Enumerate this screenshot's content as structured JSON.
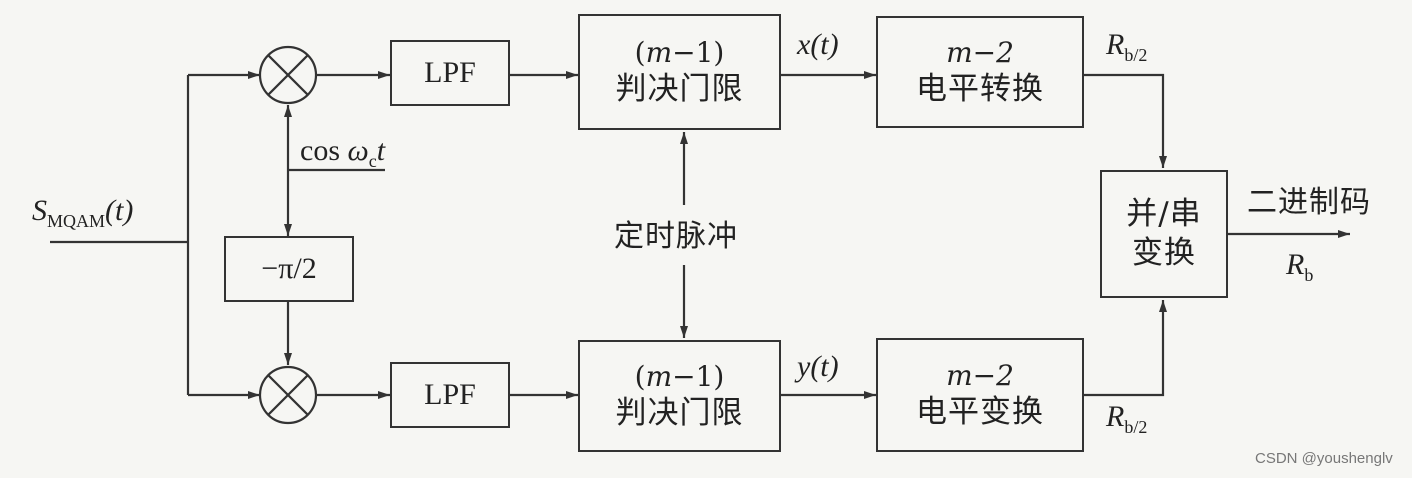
{
  "blocks": {
    "lpf_top": "LPF",
    "lpf_bottom": "LPF",
    "phase_shift": "−π/2",
    "decision_top": {
      "line1": "(m−1)",
      "line2": "判决门限"
    },
    "decision_bottom": {
      "line1": "(m−1)",
      "line2": "判决门限"
    },
    "level_top": {
      "line1": "m−2",
      "line2": "电平转换"
    },
    "level_bottom": {
      "line1": "m−2",
      "line2": "电平变换"
    },
    "ps_converter": {
      "line1": "并/串",
      "line2": "变换"
    }
  },
  "labels": {
    "input": "S_MQAM(t)",
    "carrier": "cos ω_c t",
    "timing": "定时脉冲",
    "x_signal": "x(t)",
    "y_signal": "y(t)",
    "rate_top": "R_b/2",
    "rate_bottom": "R_b/2",
    "output": "二进制码",
    "output_rate": "R_b"
  },
  "watermark": "CSDN @youshenglv",
  "colors": {
    "line": "#333333",
    "background": "#f6f6f3"
  }
}
